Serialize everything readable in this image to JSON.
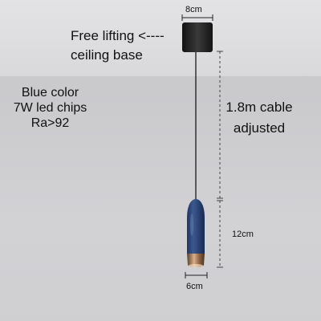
{
  "annotations": {
    "base_dim": "8cm",
    "base_note_line1": "Free lifting  <----",
    "base_note_line2": "ceiling base",
    "spec_line1": "Blue color",
    "spec_line2": "7W led chips",
    "spec_line3": "Ra>92",
    "cable_line1": "1.8m cable",
    "cable_line2": "adjusted",
    "height_dim": "12cm",
    "width_dim": "6cm"
  },
  "colors": {
    "shade_blue": "#2f4a7a",
    "ceiling_base": "#222222",
    "copper_ring": "#a77a55"
  }
}
